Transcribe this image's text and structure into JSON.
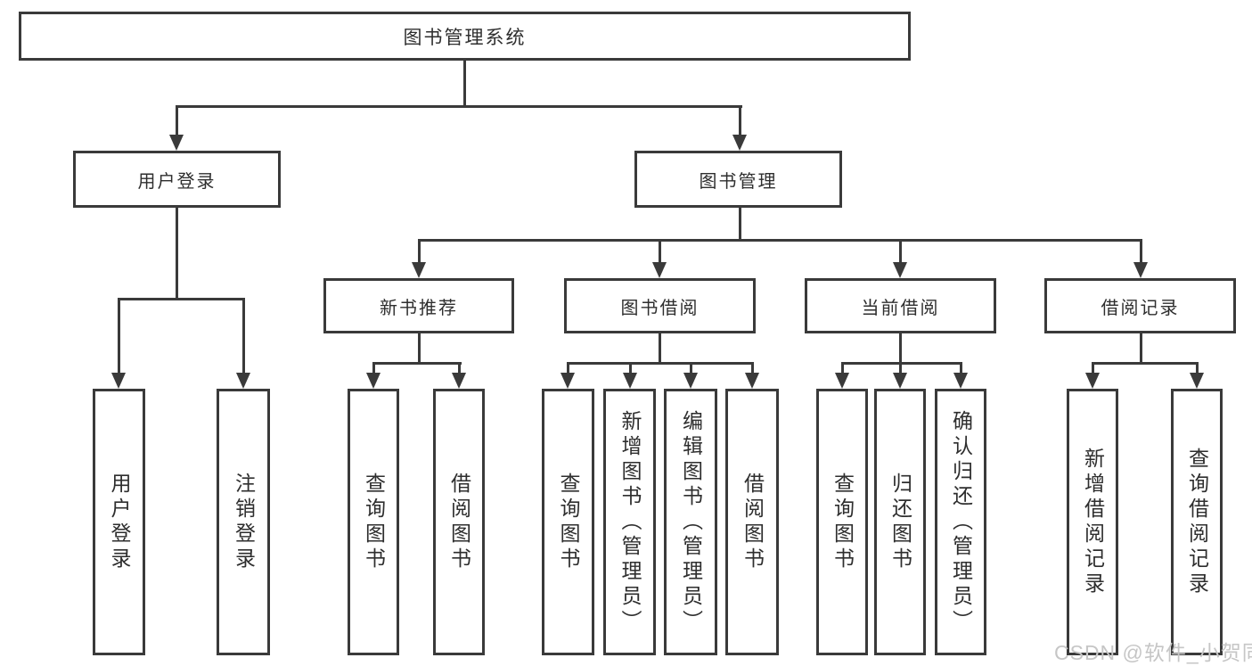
{
  "title": {
    "label": "图书管理系统"
  },
  "level2": [
    {
      "label": "用户登录"
    },
    {
      "label": "图书管理"
    }
  ],
  "level3": [
    {
      "label": "新书推荐"
    },
    {
      "label": "图书借阅"
    },
    {
      "label": "当前借阅"
    },
    {
      "label": "借阅记录"
    }
  ],
  "leaves": {
    "user_login": [
      "用户登录",
      "注销登录"
    ],
    "new_book": [
      "查询图书",
      "借阅图书"
    ],
    "book_borrow": [
      "查询图书",
      "新增图书（管理员）",
      "编辑图书（管理员）",
      "借阅图书"
    ],
    "current_borrow": [
      "查询图书",
      "归还图书",
      "确认归还（管理员）"
    ],
    "borrow_records": [
      "新增借阅记录",
      "查询借阅记录"
    ]
  },
  "hierarchy": {
    "图书管理系统": {
      "用户登录": [
        "用户登录",
        "注销登录"
      ],
      "图书管理": {
        "新书推荐": [
          "查询图书",
          "借阅图书"
        ],
        "图书借阅": [
          "查询图书",
          "新增图书（管理员）",
          "编辑图书（管理员）",
          "借阅图书"
        ],
        "当前借阅": [
          "查询图书",
          "归还图书",
          "确认归还（管理员）"
        ],
        "借阅记录": [
          "新增借阅记录",
          "查询借阅记录"
        ]
      }
    }
  },
  "watermark": "CSDN @软件_小贺同学",
  "colors": {
    "line": "#3a3a3a",
    "text": "#2e2e2e",
    "background": "#ffffff",
    "watermark": "#c6c6c6"
  }
}
